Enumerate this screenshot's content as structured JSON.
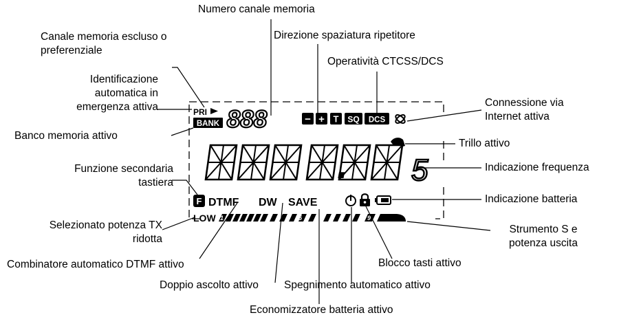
{
  "lcd": {
    "pri": "PRI",
    "bank": "BANK",
    "channel_digits": "888",
    "minus": "−",
    "plus": "+",
    "tone": "T",
    "sq": "SQ",
    "dcs": "DCS",
    "freq_chars": [
      "8",
      "8",
      "8",
      "8",
      "8",
      "8"
    ],
    "freq_dot": ".",
    "freq_last": "5",
    "f_key": "F",
    "dtmf": "DTMF",
    "dw": "DW",
    "save": "SAVE",
    "low": "LOW",
    "meter_marks": [
      "1",
      "5",
      "9"
    ]
  },
  "labels": {
    "channel_number": "Numero canale memoria",
    "skip_preferential": "Canale memoria escluso o\npreferenziale",
    "repeater_shift": "Direzione spaziatura ripetitore",
    "ctcss_dcs": "Operatività CTCSS/DCS",
    "emergency_id": "Identificazione\nautomatica in\nemergenza attiva",
    "internet": "Connessione via\nInternet attiva",
    "bank_active": "Banco memoria attivo",
    "bell": "Trillo attivo",
    "secondary_function": "Funzione secondaria\ntastiera",
    "frequency": "Indicazione frequenza",
    "battery": "Indicazione batteria",
    "low_power": "Selezionato potenza TX\nridotta",
    "smeter": "Strumento S e\npotenza uscita",
    "dtmf_autodialer": "Combinatore automatico DTMF attivo",
    "key_lock": "Blocco tasti attivo",
    "dual_watch": "Doppio ascolto attivo",
    "apo": "Spegnimento automatico attivo",
    "battery_saver": "Economizzatore batteria attivo"
  }
}
